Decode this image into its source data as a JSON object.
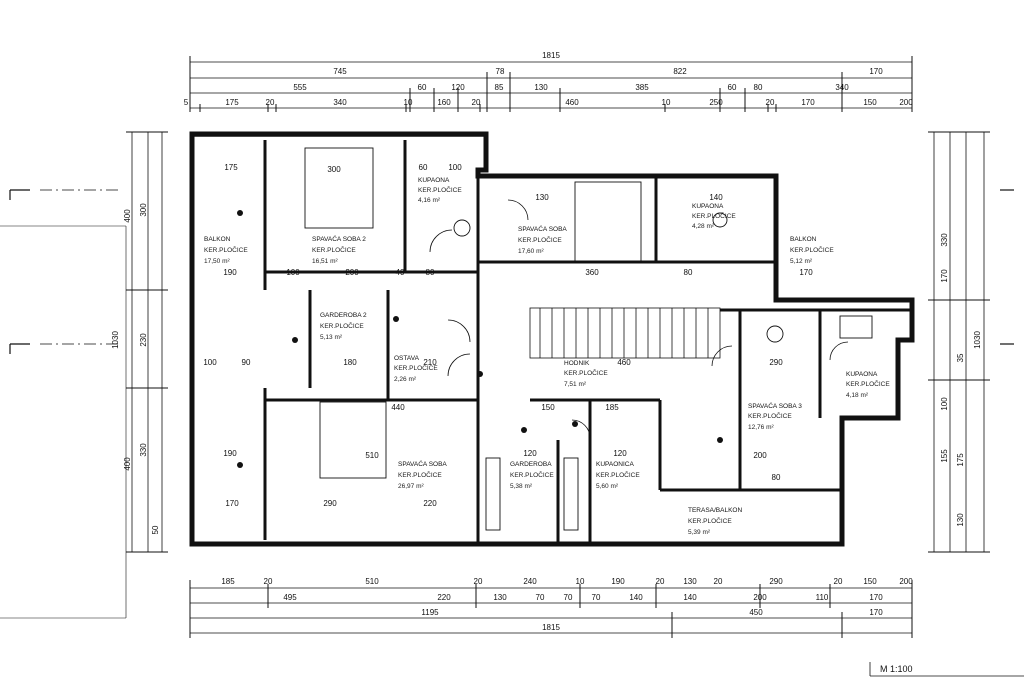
{
  "scale": "M 1:100",
  "top_dims": {
    "total": "1815",
    "row2": [
      "745",
      "78",
      "822",
      "170"
    ],
    "row3": [
      "555",
      "60",
      "120",
      "85",
      "130",
      "385",
      "60",
      "80",
      "340"
    ],
    "row4": [
      "5",
      "175",
      "20",
      "340",
      "10",
      "160",
      "20",
      "460",
      "10",
      "250",
      "20",
      "170",
      "150",
      "200"
    ]
  },
  "bottom_dims": {
    "row1": [
      "185",
      "20",
      "510",
      "20",
      "240",
      "10",
      "190",
      "20",
      "130",
      "20",
      "290",
      "20",
      "150",
      "200"
    ],
    "row2": [
      "495",
      "220",
      "130",
      "70",
      "70",
      "70",
      "140",
      "140",
      "200",
      "110",
      "170"
    ],
    "row3": [
      "1195",
      "450",
      "170"
    ],
    "total": "1815"
  },
  "left_dims": [
    "400",
    "300",
    "1030",
    "230",
    "330",
    "400",
    "50"
  ],
  "right_dims": [
    "330",
    "170",
    "35",
    "1030",
    "100",
    "155",
    "175",
    "130"
  ],
  "rooms": [
    {
      "name": "BALKON",
      "floor": "KER.PLOČICE",
      "area": "17,50 m²"
    },
    {
      "name": "SPAVAĆA SOBA 2",
      "floor": "KER.PLOČICE",
      "area": "16,51 m²"
    },
    {
      "name": "KUPAONA",
      "floor": "KER.PLOČICE",
      "area": "4,16 m²"
    },
    {
      "name": "SPAVAĆA SOBA",
      "floor": "KER.PLOČICE",
      "area": "17,60 m²"
    },
    {
      "name": "KUPAONA",
      "floor": "KER.PLOČICE",
      "area": "4,28 m²"
    },
    {
      "name": "BALKON",
      "floor": "KER.PLOČICE",
      "area": "5,12 m²"
    },
    {
      "name": "GARDEROBA 2",
      "floor": "KER.PLOČICE",
      "area": "5,13 m²"
    },
    {
      "name": "OSTAVA",
      "floor": "KER.PLOČICE",
      "area": "2,26 m²"
    },
    {
      "name": "HODNIK",
      "floor": "KER.PLOČICE",
      "area": "7,51 m²"
    },
    {
      "name": "SPAVAĆA SOBA 3",
      "floor": "KER.PLOČICE",
      "area": "12,76 m²"
    },
    {
      "name": "KUPAONA",
      "floor": "KER.PLOČICE",
      "area": "4,18 m²"
    },
    {
      "name": "SPAVAĆA SOBA",
      "floor": "KER.PLOČICE",
      "area": "26,97 m²"
    },
    {
      "name": "GARDEROBA",
      "floor": "KER.PLOČICE",
      "area": "5,38 m²"
    },
    {
      "name": "KUPAONICA",
      "floor": "KER.PLOČICE",
      "area": "5,60 m²"
    },
    {
      "name": "TERASA/BALKON",
      "floor": "KER.PLOČICE",
      "area": "5,39 m²"
    }
  ],
  "interior_dims": [
    "175",
    "300",
    "60",
    "100",
    "190",
    "100",
    "200",
    "40",
    "80",
    "130",
    "360",
    "80",
    "170",
    "140",
    "100",
    "90",
    "180",
    "210",
    "460",
    "290",
    "440",
    "150",
    "185",
    "190",
    "510",
    "120",
    "170",
    "290",
    "220",
    "200",
    "120",
    "80"
  ]
}
